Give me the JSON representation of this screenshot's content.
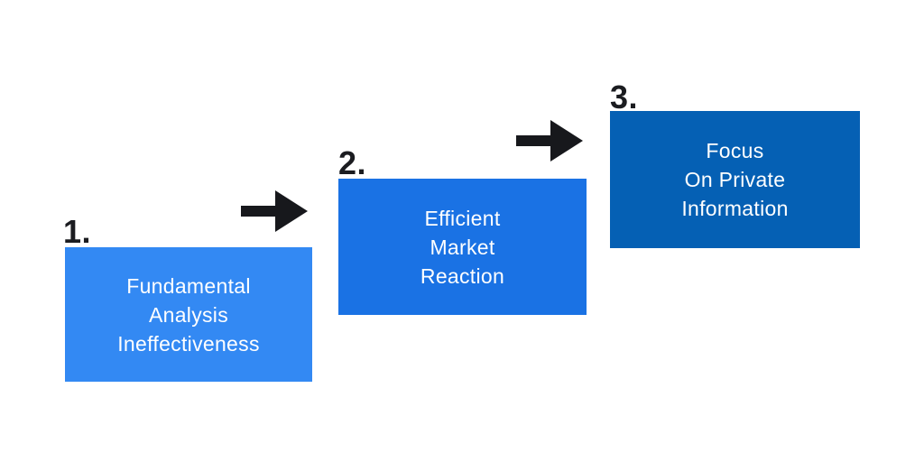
{
  "diagram": {
    "background_color": "#ffffff",
    "arrow_color": "#17181c",
    "text_color": "#ffffff",
    "number_color": "#1b1c20",
    "steps": [
      {
        "number": "1.",
        "lines": [
          "Fundamental",
          "Analysis",
          "Ineffectiveness"
        ],
        "box_color": "#3389f3"
      },
      {
        "number": "2.",
        "lines": [
          "Efficient",
          "Market",
          "Reaction"
        ],
        "box_color": "#1a72e4"
      },
      {
        "number": "3.",
        "lines": [
          "Focus",
          "On Private",
          "Information"
        ],
        "box_color": "#0560b4"
      }
    ]
  }
}
